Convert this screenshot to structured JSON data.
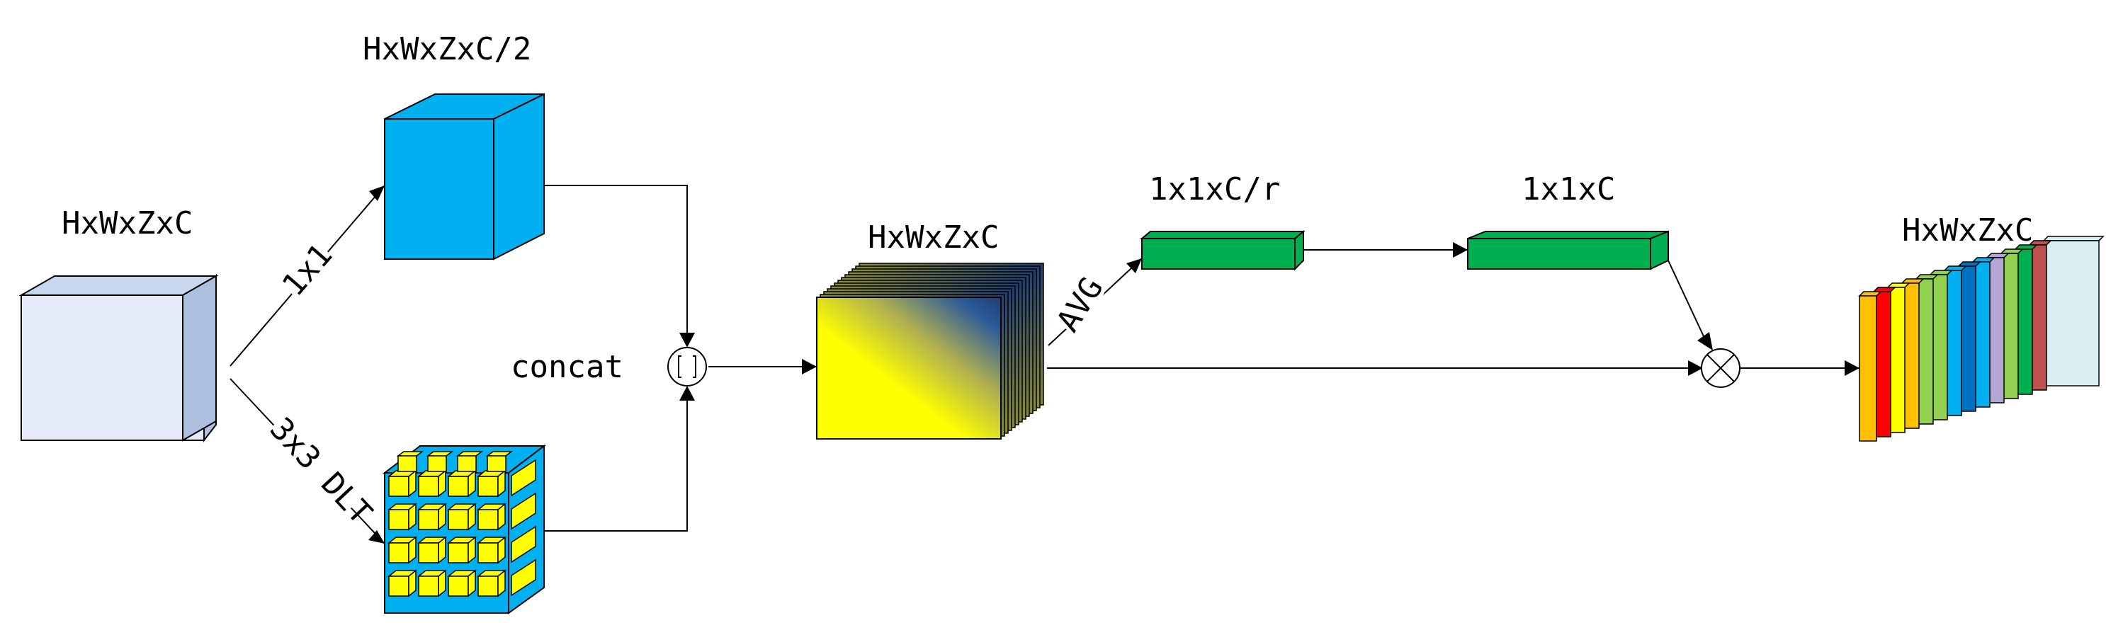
{
  "labels": {
    "input_dims": "HxWxZxC",
    "half_dims": "HxWxZxC/2",
    "conv1x1": "1x1",
    "conv3x3": "3x3 DLT",
    "concat": "concat",
    "concat_dims": "HxWxZxC",
    "avg": "AVG",
    "fc1_dims": "1x1xC/r",
    "fc2_dims": "1x1xC",
    "output_dims": "HxWxZxC"
  },
  "colors": {
    "input_front": "#e4ebf6",
    "input_side": "#adc0e0",
    "half_front": "#00b0f0",
    "dlt_yellow": "#ffff00",
    "dlt_blue": "#00b0f0",
    "fc_green": "#00b050",
    "gradient_dark": "#1f3e73",
    "gradient_light": "#ffff00",
    "output_stripes": [
      "#ffc000",
      "#ff0000",
      "#ffff00",
      "#ffc000",
      "#92d050",
      "#92d050",
      "#00b0f0",
      "#0070c0",
      "#00b0f0",
      "#b4a7d6",
      "#92d050",
      "#00b050",
      "#c0504d",
      "#daeef3"
    ]
  },
  "icons": {
    "concat_node": "concat-circle-icon",
    "multiply_node": "multiply-circle-icon"
  }
}
